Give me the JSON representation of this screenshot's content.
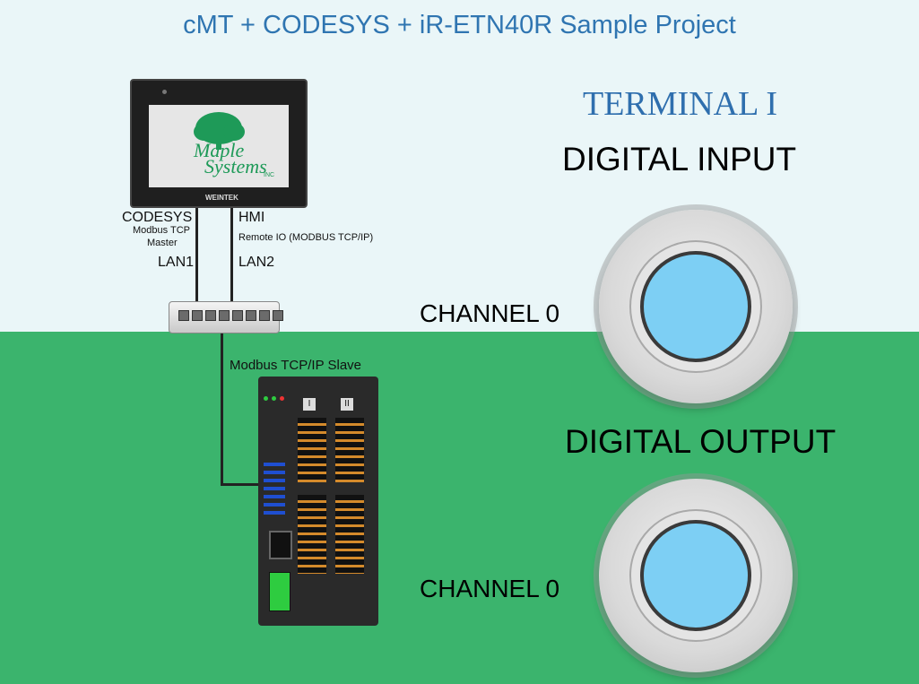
{
  "title": "cMT + CODESYS + iR-ETN40R Sample Project",
  "terminal": "TERMINAL I",
  "hmi_screen": {
    "brand_line1": "Maple",
    "brand_line2": "Systems",
    "brand_suffix": "INC",
    "maker": "WEINTEK"
  },
  "labels": {
    "codesys": "CODESYS",
    "modbus_tcp": "Modbus TCP",
    "master": "Master",
    "hmi": "HMI",
    "remote_io": "Remote IO (MODBUS TCP/IP)",
    "lan1": "LAN1",
    "lan2": "LAN2",
    "slave": "Modbus TCP/IP Slave"
  },
  "module": {
    "slot1": "I",
    "slot2": "II"
  },
  "digital_input": {
    "heading": "DIGITAL INPUT",
    "channel": "CHANNEL 0",
    "lamp_color": "#7dcff4"
  },
  "digital_output": {
    "heading": "DIGITAL OUTPUT",
    "channel": "CHANNEL 0",
    "lamp_color": "#7dcff4"
  },
  "colors": {
    "title": "#2f75b1",
    "top_bg": "#eaf6f8",
    "bottom_bg": "#3bb46d"
  }
}
